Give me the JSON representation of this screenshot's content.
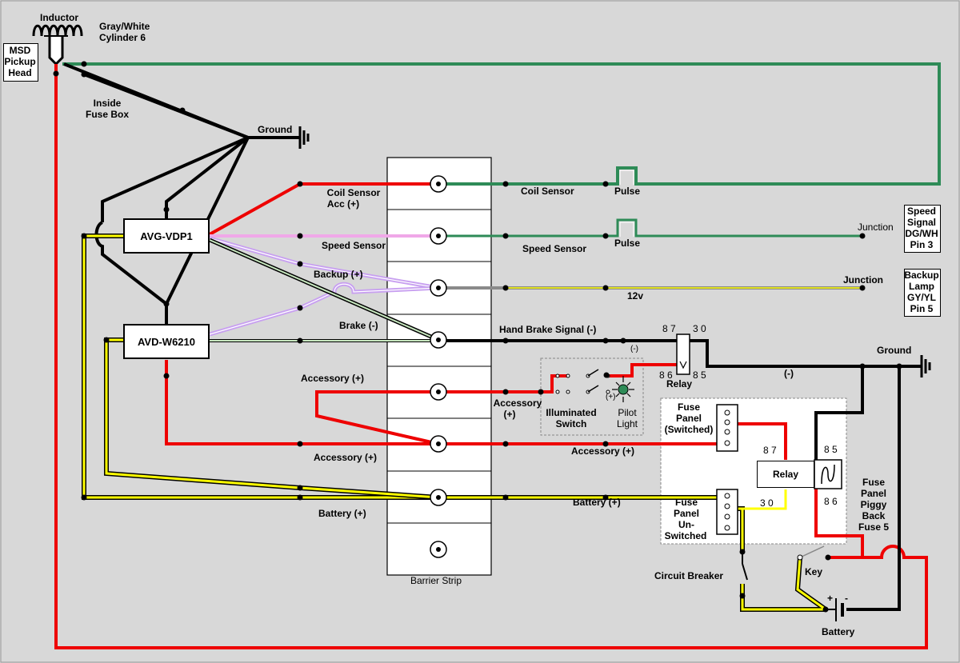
{
  "components": {
    "avg_vdp1": "AVG-VDP1",
    "avd_w6210": "AVD-W6210",
    "relay_upper": "Relay",
    "relay_lower": "Relay",
    "barrier_strip": "Barrier Strip"
  },
  "labels": {
    "inductor": "Inductor",
    "gray_white": "Gray/White",
    "cylinder6": "Cylinder 6",
    "msd": "MSD",
    "pickup": "Pickup",
    "head": "Head",
    "inside": "Inside",
    "fuse_box": "Fuse Box",
    "ground_top": "Ground",
    "coil_sensor_l": "Coil Sensor",
    "acc_plus": "Acc (+)",
    "speed_sensor_l": "Speed Sensor",
    "backup_plus": "Backup (+)",
    "brake_minus": "Brake (-)",
    "accessory_plus_1": "Accessory (+)",
    "accessory_plus_2": "Accessory (+)",
    "battery_plus_l": "Battery (+)",
    "coil_sensor_r": "Coil Sensor",
    "pulse_1": "Pulse",
    "speed_sensor_r": "Speed Sensor",
    "pulse_2": "Pulse",
    "junction_1": "Junction",
    "junction_2": "Junction",
    "twelve_v": "12v",
    "hand_brake": "Hand Brake Signal (-)",
    "minus_small": "(-)",
    "minus_right": "(-)",
    "ground_right": "Ground",
    "accessory_mid_1": "Accessory",
    "accessory_mid_2": "(+)",
    "illuminated_1": "Illuminated",
    "illuminated_2": "Switch",
    "plus_small": "(+)",
    "pilot_1": "Pilot",
    "pilot_2": "Light",
    "accessory_right": "Accessory (+)",
    "battery_right": "Battery (+)",
    "fp_sw_1": "Fuse",
    "fp_sw_2": "Panel",
    "fp_sw_3": "(Switched)",
    "fp_un_1": "Fuse",
    "fp_un_2": "Panel",
    "fp_un_3": "Un-",
    "fp_un_4": "Switched",
    "r1_87": "8 7",
    "r1_30": "3 0",
    "r1_86": "8 6",
    "r1_85": "8 5",
    "r2_87": "8 7",
    "r2_85": "8 5",
    "r2_30": "3 0",
    "r2_86": "8 6",
    "piggy_1": "Fuse",
    "piggy_2": "Panel",
    "piggy_3": "Piggy",
    "piggy_4": "Back",
    "piggy_5": "Fuse 5",
    "circuit_breaker": "Circuit Breaker",
    "key": "Key",
    "battery": "Battery"
  },
  "speed_signal": [
    "Speed",
    "Signal",
    "DG/WH",
    "Pin 3"
  ],
  "backup_lamp": [
    "Backup",
    "Lamp",
    "GY/YL",
    "Pin 5"
  ],
  "colors": {
    "red": "#ee0000",
    "green": "#2e8b57",
    "yellow": "#ffff00",
    "black": "#000000",
    "pink": "#f0a8e8",
    "lavender": "#c8a0f0",
    "gray": "#8a8a8a",
    "pale_green": "#c8e8c0",
    "background": "#d8d8d8"
  }
}
